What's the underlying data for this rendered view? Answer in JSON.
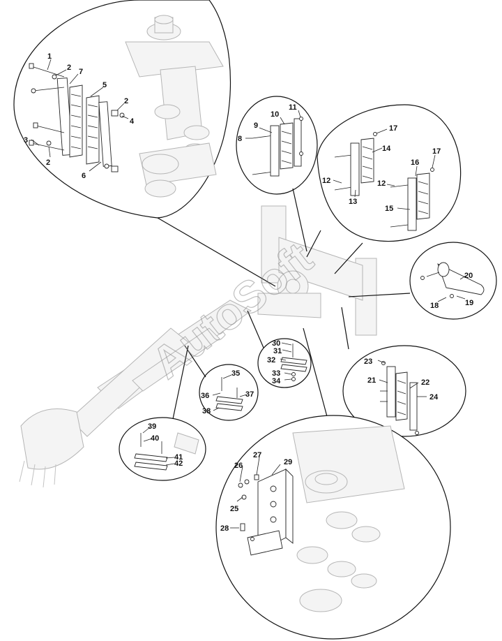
{
  "watermark": "AutoSoft",
  "labels": {
    "n1": "1",
    "n2a": "2",
    "n2b": "2",
    "n2c": "2",
    "n3": "3",
    "n4": "4",
    "n5": "5",
    "n6": "6",
    "n7": "7",
    "n8": "8",
    "n9": "9",
    "n10": "10",
    "n11": "11",
    "n12a": "12",
    "n12b": "12",
    "n13": "13",
    "n14": "14",
    "n15": "15",
    "n16": "16",
    "n17a": "17",
    "n17b": "17",
    "n18": "18",
    "n19": "19",
    "n20": "20",
    "n21": "21",
    "n22": "22",
    "n23": "23",
    "n24": "24",
    "n25": "25",
    "n26": "26",
    "n27": "27",
    "n28": "28",
    "n29": "29",
    "n30": "30",
    "n31": "31",
    "n32": "32",
    "n33": "33",
    "n34": "34",
    "n35": "35",
    "n36": "36",
    "n37": "37",
    "n38": "38",
    "n39": "39",
    "n40": "40",
    "n41": "41",
    "n42": "42"
  }
}
